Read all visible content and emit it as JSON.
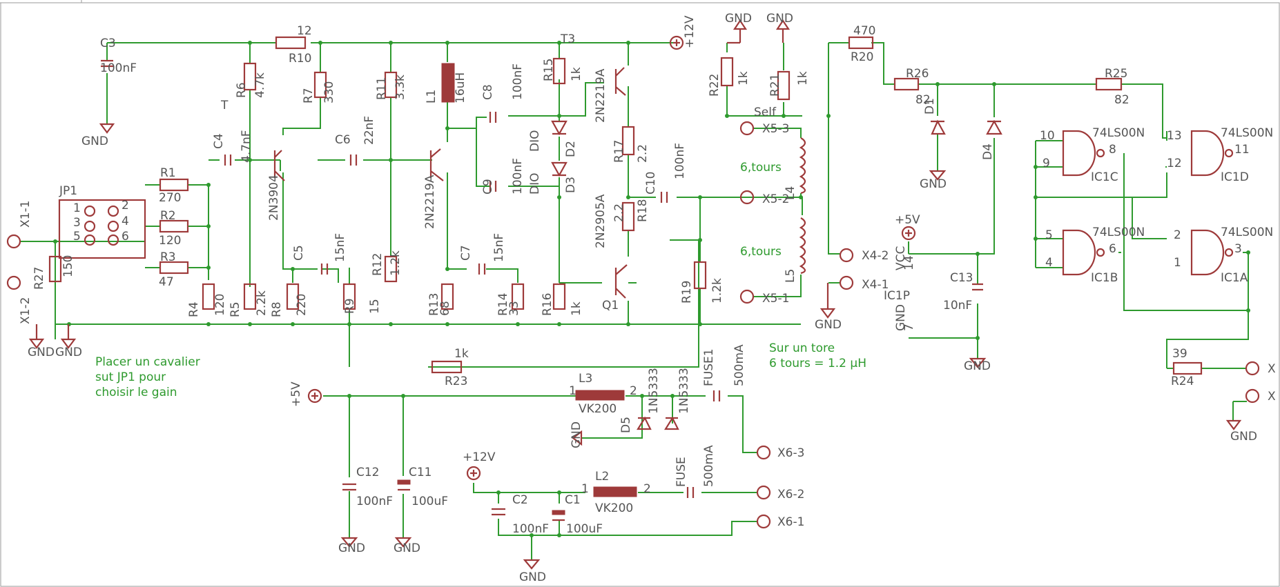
{
  "colors": {
    "wire": "#2e9a2e",
    "component": "#9e3a3a",
    "label": "#555555",
    "note": "#2e9a2e",
    "frame": "#9a9a9a"
  },
  "labels": [
    [
      "C3",
      145,
      68
    ],
    [
      "100nF",
      145,
      104
    ],
    [
      "GND",
      118,
      210
    ],
    [
      "12",
      430,
      50
    ],
    [
      "R10",
      418,
      90
    ],
    [
      "R6",
      355,
      142,
      -90
    ],
    [
      "4.7k",
      382,
      142,
      -90
    ],
    [
      "T",
      320,
      158
    ],
    [
      "C4",
      322,
      216,
      -90
    ],
    [
      "4.7nF",
      362,
      236,
      -90
    ],
    [
      "R7",
      452,
      150,
      -90
    ],
    [
      "330",
      482,
      150,
      -90
    ],
    [
      "R11",
      558,
      145,
      -90
    ],
    [
      "3.3k",
      585,
      145,
      -90
    ],
    [
      "L1",
      630,
      150,
      -90
    ],
    [
      "16uH",
      672,
      150,
      -90
    ],
    [
      "C8",
      712,
      145,
      -90
    ],
    [
      "100nF",
      755,
      145,
      -90
    ],
    [
      "R15",
      800,
      118,
      -90
    ],
    [
      "1k",
      840,
      118,
      -90
    ],
    [
      "T3",
      812,
      62
    ],
    [
      "+12V",
      1004,
      70,
      -90
    ],
    [
      "2N2219A",
      875,
      178,
      -90
    ],
    [
      "C6",
      485,
      208
    ],
    [
      "22nF",
      540,
      210,
      -90
    ],
    [
      "DIO",
      780,
      220,
      -90
    ],
    [
      "D2",
      832,
      228,
      -90
    ],
    [
      "2N3904",
      402,
      320,
      -90
    ],
    [
      "2N2219A",
      628,
      332,
      -90
    ],
    [
      "C9",
      712,
      282,
      -90
    ],
    [
      "100nF",
      755,
      282,
      -90
    ],
    [
      "DIO",
      780,
      282,
      -90
    ],
    [
      "D3",
      832,
      280,
      -90
    ],
    [
      "R17",
      902,
      236,
      -90
    ],
    [
      "2.2",
      936,
      236,
      -90
    ],
    [
      "C10",
      948,
      282,
      -90
    ],
    [
      "100nF",
      990,
      260,
      -90
    ],
    [
      "2N2905A",
      875,
      360,
      -90
    ],
    [
      "2.2",
      902,
      322,
      -90
    ],
    [
      "R18",
      936,
      322,
      -90
    ],
    [
      "R1",
      232,
      256
    ],
    [
      "270",
      230,
      292
    ],
    [
      "R2",
      232,
      318
    ],
    [
      "120",
      230,
      354
    ],
    [
      "R3",
      232,
      378
    ],
    [
      "47",
      230,
      414
    ],
    [
      "JP1",
      86,
      282
    ],
    [
      "1",
      106,
      307
    ],
    [
      "2",
      176,
      303
    ],
    [
      "3",
      106,
      328
    ],
    [
      "4",
      176,
      326
    ],
    [
      "5",
      106,
      348
    ],
    [
      "6",
      176,
      348
    ],
    [
      "X1-1",
      42,
      330,
      -90
    ],
    [
      "R27",
      62,
      420,
      -90
    ],
    [
      "150",
      104,
      402,
      -90
    ],
    [
      "X1-2",
      42,
      470,
      -90
    ],
    [
      "GND",
      40,
      516
    ],
    [
      "GND",
      80,
      516
    ],
    [
      "C5",
      438,
      378,
      -90
    ],
    [
      "15nF",
      498,
      380,
      -90
    ],
    [
      "R9",
      512,
      455,
      -90
    ],
    [
      "15",
      548,
      455,
      -90
    ],
    [
      "R12",
      552,
      400,
      -90
    ],
    [
      "1.2k",
      578,
      400,
      -90
    ],
    [
      "C7",
      680,
      378,
      -90
    ],
    [
      "15nF",
      728,
      380,
      -90
    ],
    [
      "R13",
      634,
      458,
      -90
    ],
    [
      "68",
      650,
      458,
      -90
    ],
    [
      "R14",
      734,
      458,
      -90
    ],
    [
      "33",
      750,
      458,
      -90
    ],
    [
      "R16",
      798,
      458,
      -90
    ],
    [
      "1k",
      840,
      458,
      -90
    ],
    [
      "Q1",
      872,
      448
    ],
    [
      "R19",
      1000,
      440,
      -90
    ],
    [
      "1.2k",
      1044,
      440,
      -90
    ],
    [
      "R4",
      286,
      460,
      -90
    ],
    [
      "120",
      324,
      458,
      -90
    ],
    [
      "R5",
      346,
      460,
      -90
    ],
    [
      "2.2k",
      384,
      458,
      -90
    ],
    [
      "R8",
      406,
      460,
      -90
    ],
    [
      "220",
      442,
      458,
      -90
    ],
    [
      "1k",
      658,
      518
    ],
    [
      "R23",
      644,
      558
    ],
    [
      "GND",
      1050,
      32
    ],
    [
      "GND",
      1110,
      32
    ],
    [
      "R22",
      1040,
      140,
      -90
    ],
    [
      "1k",
      1082,
      124,
      -90
    ],
    [
      "R21",
      1128,
      140,
      -90
    ],
    [
      "1k",
      1168,
      124,
      -90
    ],
    [
      "Self",
      1092,
      168
    ],
    [
      "X5-3",
      1104,
      192
    ],
    [
      "X5-2",
      1104,
      294
    ],
    [
      "X5-1",
      1104,
      438
    ],
    [
      "L4",
      1150,
      290,
      -90
    ],
    [
      "L5",
      1150,
      410,
      -90
    ],
    [
      "470",
      1236,
      50
    ],
    [
      "R20",
      1232,
      88
    ],
    [
      "R26",
      1312,
      112
    ],
    [
      "82",
      1326,
      150
    ],
    [
      "D1",
      1352,
      166,
      -90
    ],
    [
      "GND",
      1332,
      272
    ],
    [
      "R25",
      1600,
      112
    ],
    [
      "82",
      1614,
      150
    ],
    [
      "D4",
      1436,
      232,
      -90
    ],
    [
      "X4-2",
      1248,
      376
    ],
    [
      "X4-1",
      1248,
      418
    ],
    [
      "GND",
      1180,
      476
    ],
    [
      "+5V",
      1296,
      324
    ],
    [
      "VCC",
      1310,
      392,
      -90
    ],
    [
      "14",
      1322,
      392,
      -90
    ],
    [
      "IC1P",
      1280,
      434
    ],
    [
      "GND",
      1310,
      480,
      -90
    ],
    [
      "7",
      1322,
      480,
      -90
    ],
    [
      "C13",
      1376,
      408
    ],
    [
      "10nF",
      1366,
      448
    ],
    [
      "GND",
      1396,
      536
    ],
    [
      "74LS00N",
      1582,
      198
    ],
    [
      "10",
      1506,
      202
    ],
    [
      "9",
      1510,
      242
    ],
    [
      "8",
      1606,
      222
    ],
    [
      "IC1C",
      1580,
      262
    ],
    [
      "74LS00N",
      1768,
      198
    ],
    [
      "13",
      1690,
      202
    ],
    [
      "12",
      1690,
      242
    ],
    [
      "11",
      1788,
      222
    ],
    [
      "IC1D",
      1768,
      262
    ],
    [
      "74LS00N",
      1582,
      342
    ],
    [
      "5",
      1514,
      346
    ],
    [
      "4",
      1514,
      386
    ],
    [
      "6",
      1606,
      366
    ],
    [
      "IC1B",
      1580,
      408
    ],
    [
      "74LS00N",
      1768,
      342
    ],
    [
      "2",
      1700,
      346
    ],
    [
      "1",
      1700,
      386
    ],
    [
      "3",
      1788,
      366
    ],
    [
      "IC1A",
      1768,
      408
    ],
    [
      "39",
      1698,
      518
    ],
    [
      "R24",
      1696,
      558
    ],
    [
      "X",
      1836,
      540
    ],
    [
      "X",
      1836,
      580
    ],
    [
      "GND",
      1782,
      638
    ],
    [
      "+5V",
      434,
      590,
      -90
    ],
    [
      "L3",
      838,
      554
    ],
    [
      "1",
      824,
      572
    ],
    [
      "2",
      912,
      572
    ],
    [
      "VK200",
      838,
      598
    ],
    [
      "FUSE1",
      1032,
      560,
      -90
    ],
    [
      "500mA",
      1076,
      560,
      -90
    ],
    [
      "D5",
      912,
      628,
      -90
    ],
    [
      "1N5333",
      952,
      600,
      -90
    ],
    [
      "1N5333",
      996,
      600,
      -90
    ],
    [
      "GND",
      840,
      650,
      -90
    ],
    [
      "X6-3",
      1126,
      662
    ],
    [
      "C12",
      516,
      690
    ],
    [
      "100nF",
      516,
      732
    ],
    [
      "C11",
      592,
      690
    ],
    [
      "100uF",
      596,
      732
    ],
    [
      "GND",
      490,
      800
    ],
    [
      "GND",
      570,
      800
    ],
    [
      "+12V",
      670,
      668
    ],
    [
      "C2",
      742,
      730
    ],
    [
      "C1",
      818,
      730
    ],
    [
      "100nF",
      742,
      772
    ],
    [
      "100uF",
      820,
      772
    ],
    [
      "L2",
      862,
      696
    ],
    [
      "1",
      842,
      714
    ],
    [
      "2",
      932,
      714
    ],
    [
      "VK200",
      862,
      742
    ],
    [
      "FUSE",
      992,
      706,
      -90
    ],
    [
      "500mA",
      1032,
      706,
      -90
    ],
    [
      "X6-2",
      1126,
      722
    ],
    [
      "X6-1",
      1126,
      762
    ],
    [
      "GND",
      752,
      842
    ]
  ],
  "notes": [
    [
      "6,tours",
      1072,
      248
    ],
    [
      "6,tours",
      1072,
      370
    ],
    [
      "Placer un cavalier",
      138,
      530
    ],
    [
      "sut JP1 pour",
      138,
      552
    ],
    [
      "choisir le gain",
      138,
      574
    ],
    [
      "Sur un tore",
      1114,
      510
    ],
    [
      "6 tours = 1.2 µH",
      1114,
      532
    ]
  ]
}
